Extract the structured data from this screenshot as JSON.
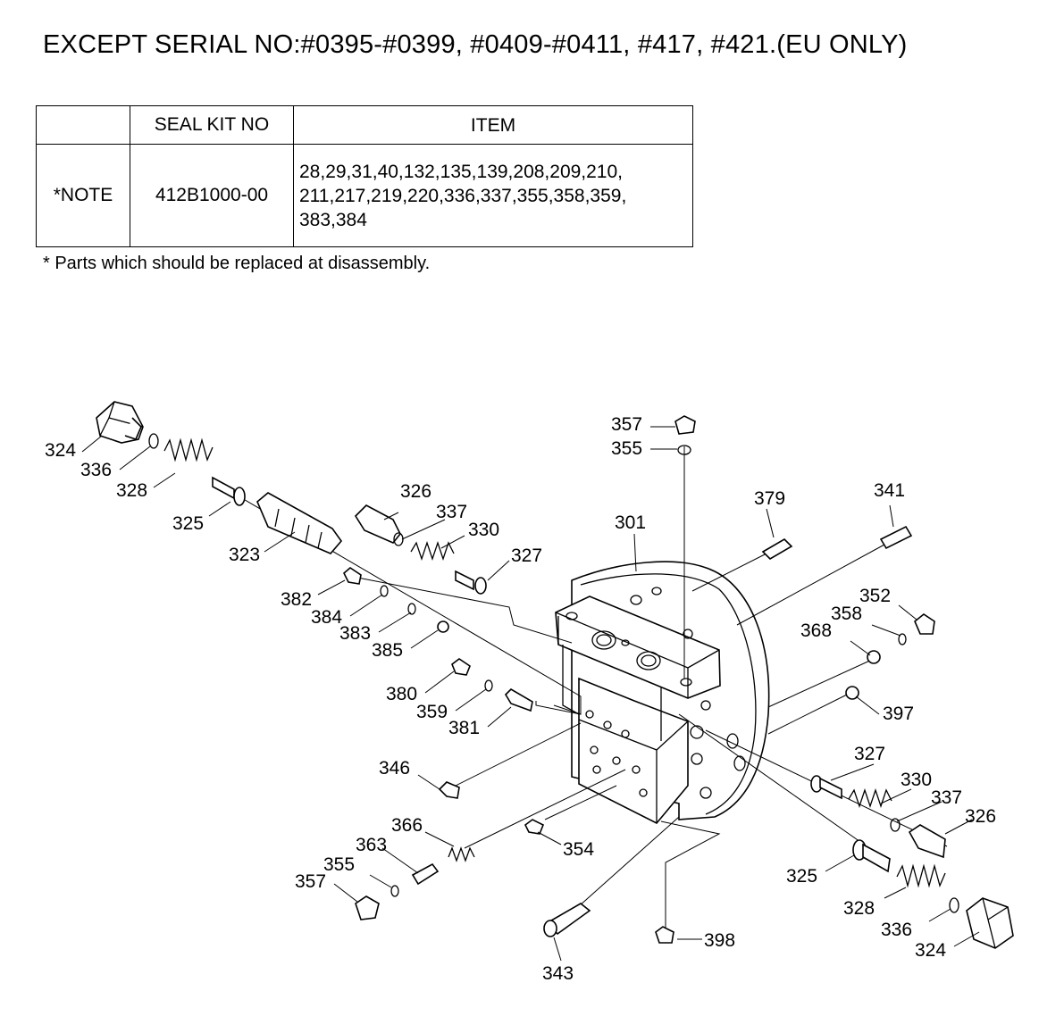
{
  "title": "EXCEPT SERIAL NO:#0395-#0399, #0409-#0411, #417, #421.(EU ONLY)",
  "table": {
    "headers": [
      "",
      "SEAL KIT NO",
      "ITEM"
    ],
    "row": {
      "note": "*NOTE",
      "kit_no": "412B1000-00",
      "items_line1": "28,29,31,40,132,135,139,208,209,210,",
      "items_line2": "211,217,219,220,336,337,355,358,359,",
      "items_line3": "383,384"
    }
  },
  "footnote": "* Parts which should be replaced at disassembly.",
  "labels": {
    "l324a": "324",
    "l336a": "336",
    "l328a": "328",
    "l325a": "325",
    "l323": "323",
    "l326a": "326",
    "l337a": "337",
    "l330a": "330",
    "l327a": "327",
    "l382": "382",
    "l384": "384",
    "l383": "383",
    "l385": "385",
    "l380": "380",
    "l359": "359",
    "l381": "381",
    "l346": "346",
    "l366": "366",
    "l363": "363",
    "l355a": "355",
    "l357a": "357",
    "l354": "354",
    "l343": "343",
    "l398": "398",
    "l357b": "357",
    "l355b": "355",
    "l379": "379",
    "l341": "341",
    "l301": "301",
    "l352": "352",
    "l358": "358",
    "l368": "368",
    "l397": "397",
    "l327b": "327",
    "l330b": "330",
    "l337b": "337",
    "l326b": "326",
    "l325b": "325",
    "l328b": "328",
    "l336b": "336",
    "l324b": "324"
  }
}
